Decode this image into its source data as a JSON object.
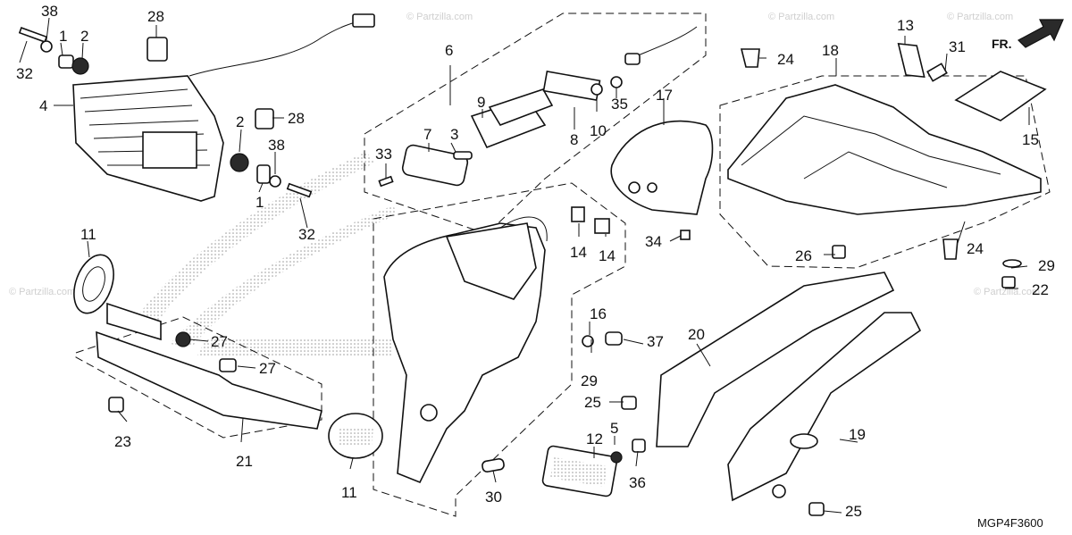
{
  "diagram": {
    "code": "MGP4F3600",
    "direction_label": "FR.",
    "watermark": "© Partzilla.com"
  },
  "labels": [
    "38",
    "28",
    "1",
    "2",
    "32",
    "4",
    "2",
    "28",
    "38",
    "1",
    "32",
    "6",
    "7",
    "9",
    "3",
    "33",
    "8",
    "10",
    "35",
    "17",
    "13",
    "31",
    "18",
    "24",
    "24",
    "15",
    "26",
    "29",
    "22",
    "14",
    "14",
    "34",
    "11",
    "23",
    "27",
    "27",
    "21",
    "11",
    "16",
    "29",
    "37",
    "20",
    "19",
    "25",
    "25",
    "12",
    "5",
    "36",
    "30"
  ]
}
